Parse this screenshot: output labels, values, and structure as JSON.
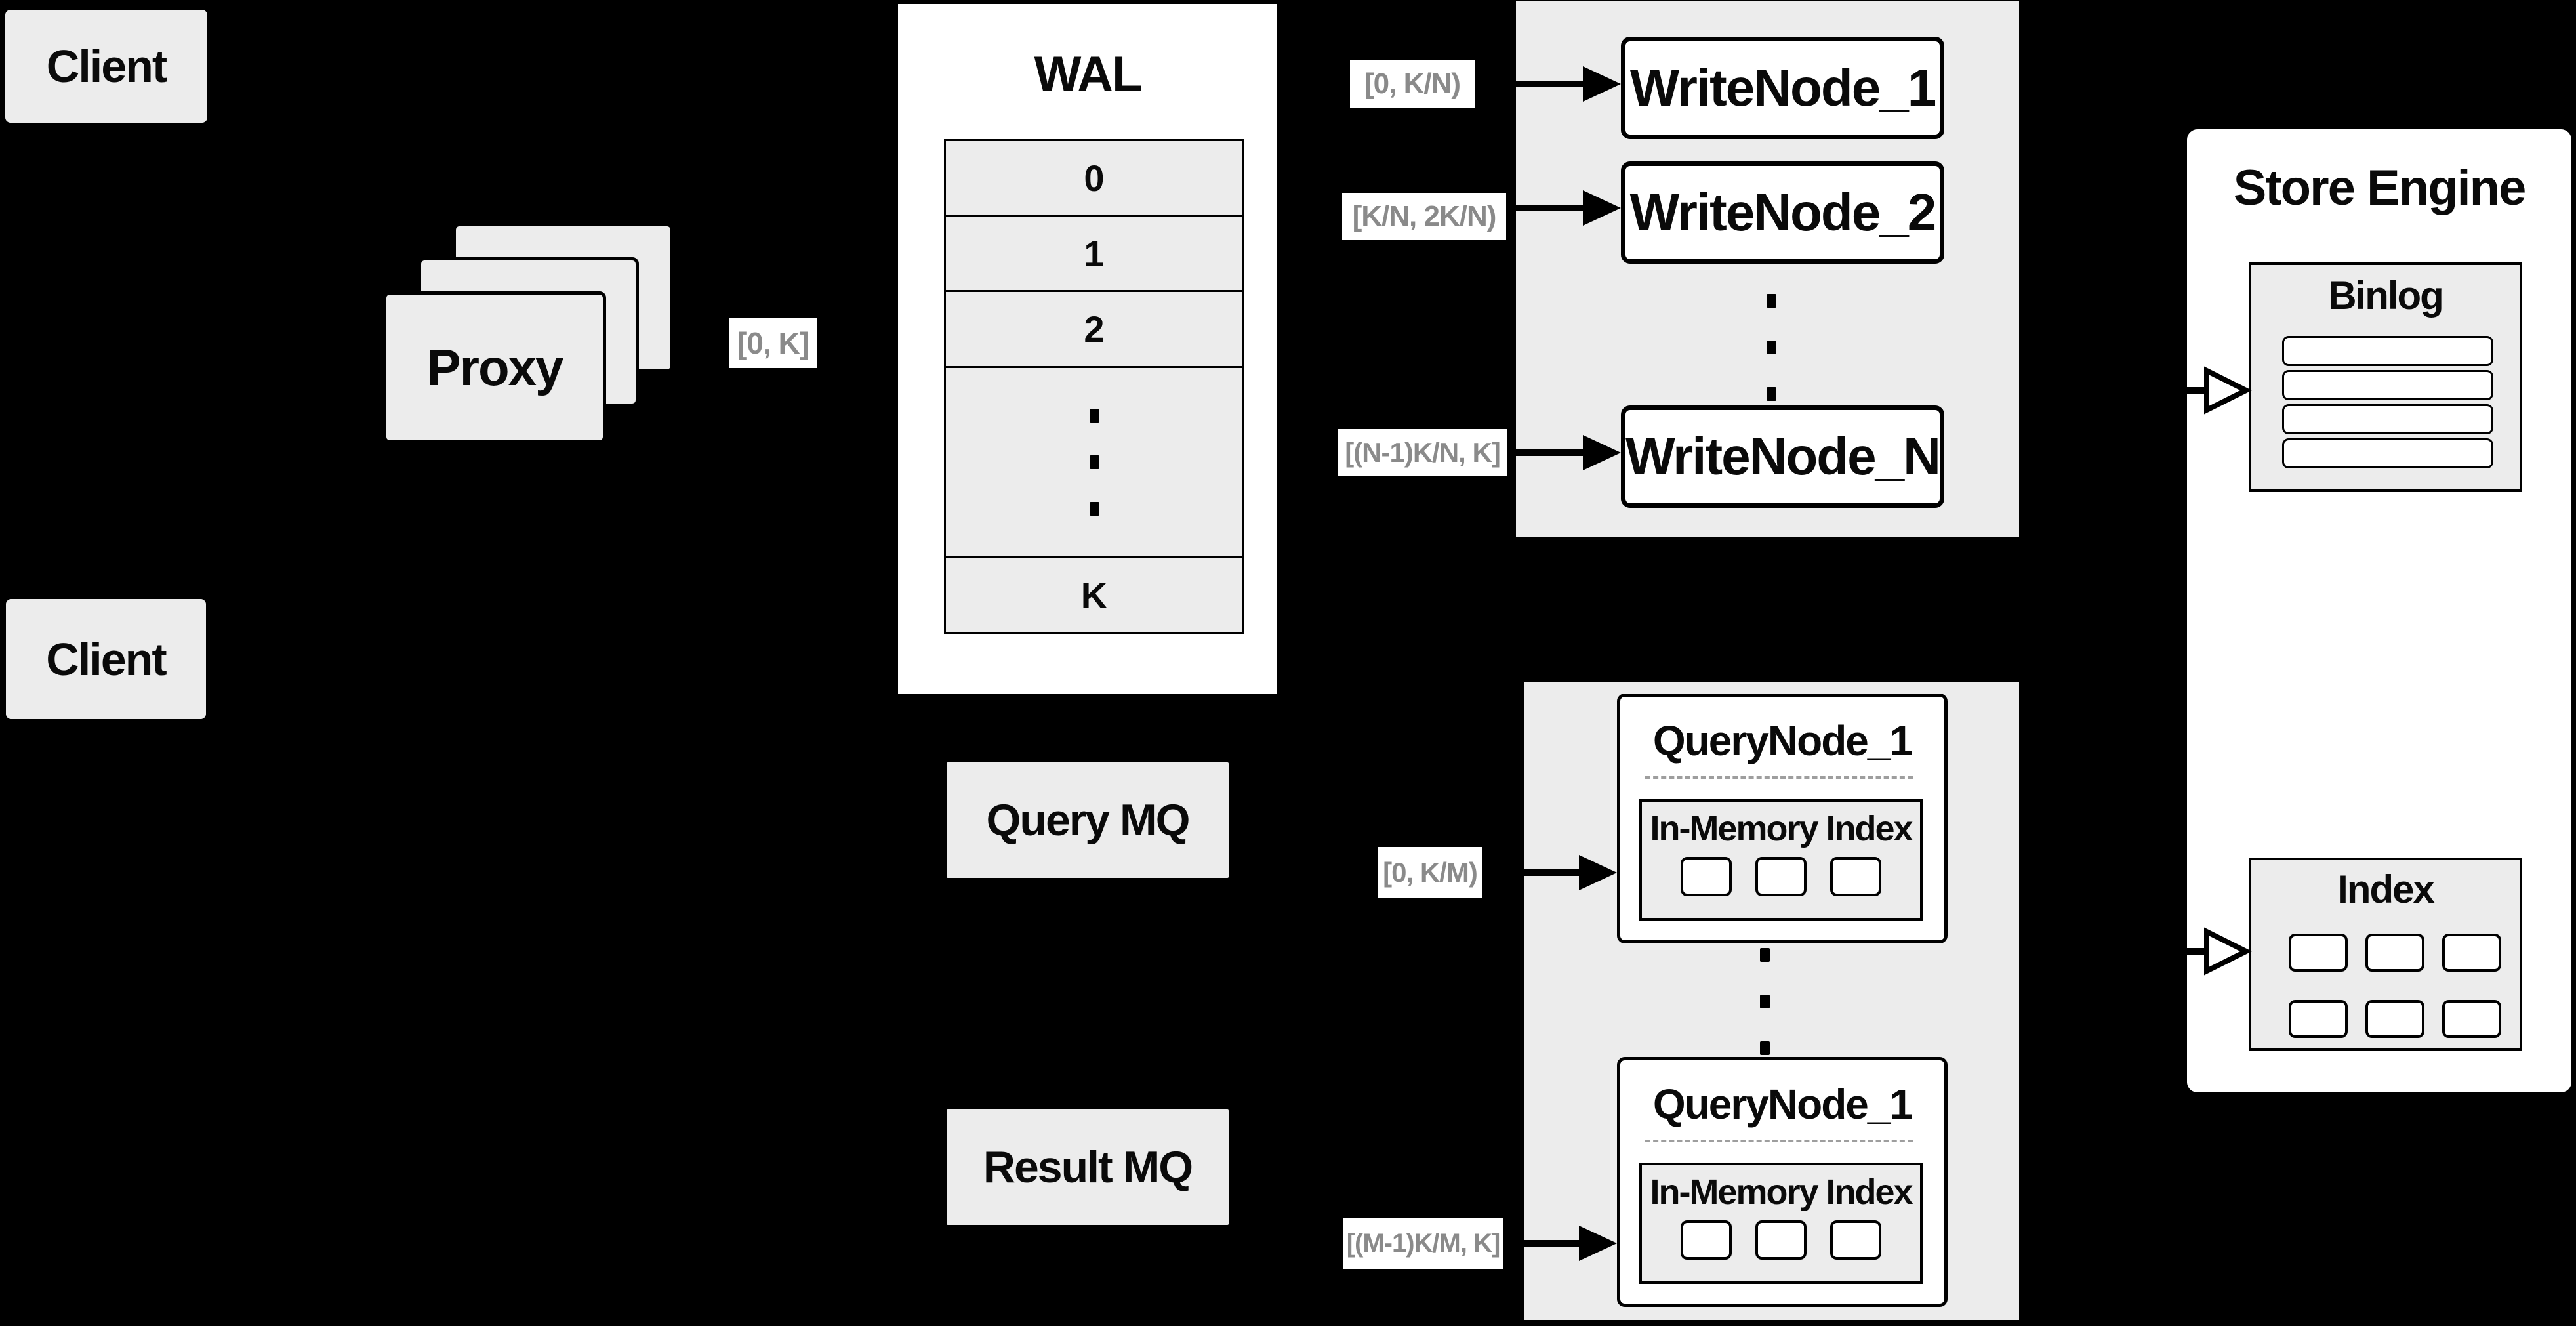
{
  "colors": {
    "background": "#000000",
    "box_fill": "#ececec",
    "white": "#ffffff",
    "border": "#000000",
    "range_text": "#8a8a8a"
  },
  "clients": {
    "top_label": "Client",
    "bottom_label": "Client"
  },
  "proxy": {
    "label": "Proxy",
    "range_label": "[0, K]"
  },
  "wal": {
    "title": "WAL",
    "rows": [
      "0",
      "1",
      "2",
      "K"
    ]
  },
  "write_group": {
    "nodes": [
      {
        "label": "WriteNode_1",
        "range": "[0, K/N)"
      },
      {
        "label": "WriteNode_2",
        "range": "[K/N, 2K/N)"
      },
      {
        "label": "WriteNode_N",
        "range": "[(N-1)K/N, K]"
      }
    ]
  },
  "query_group": {
    "nodes": [
      {
        "title": "QueryNode_1",
        "index_label": "In-Memory Index",
        "range": "[0, K/M)"
      },
      {
        "title": "QueryNode_1",
        "index_label": "In-Memory Index",
        "range": "[(M-1)K/M, K]"
      }
    ]
  },
  "mq": {
    "query_label": "Query MQ",
    "result_label": "Result MQ"
  },
  "store_engine": {
    "title": "Store Engine",
    "binlog_title": "Binlog",
    "index_title": "Index"
  }
}
